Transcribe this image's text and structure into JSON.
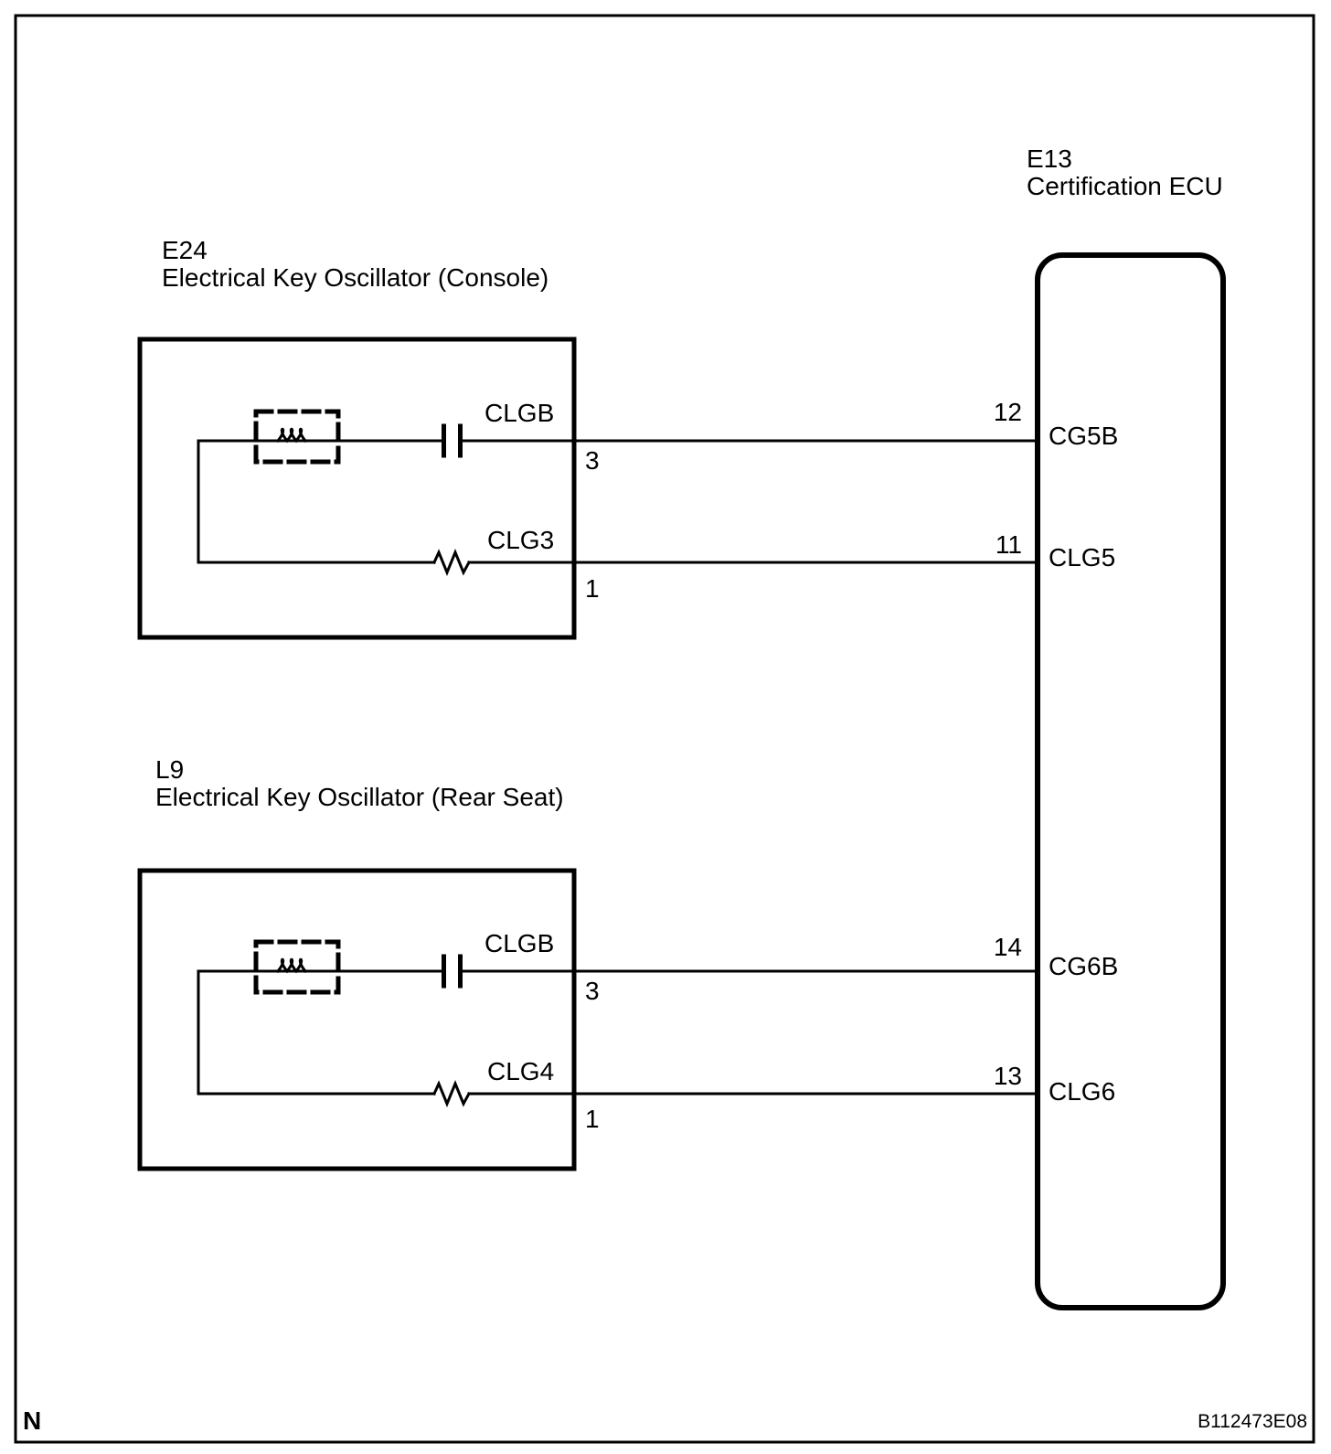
{
  "diagram": {
    "type": "wiring-diagram",
    "colors": {
      "line": "#000000",
      "background": "#ffffff"
    },
    "components": {
      "console_oscillator": {
        "code": "E24",
        "label": "Electrical Key Oscillator (Console)"
      },
      "rear_oscillator": {
        "code": "L9",
        "label": "Electrical Key Oscillator (Rear Seat)"
      },
      "certification_ecu": {
        "code": "E13",
        "label": "Certification ECU"
      }
    },
    "connections": [
      {
        "wire_label": "CLGB",
        "oscillator_pin": "3",
        "ecu_pin": "12",
        "ecu_terminal": "CG5B"
      },
      {
        "wire_label": "CLG3",
        "oscillator_pin": "1",
        "ecu_pin": "11",
        "ecu_terminal": "CLG5"
      },
      {
        "wire_label": "CLGB",
        "oscillator_pin": "3",
        "ecu_pin": "14",
        "ecu_terminal": "CG6B"
      },
      {
        "wire_label": "CLG4",
        "oscillator_pin": "1",
        "ecu_pin": "13",
        "ecu_terminal": "CLG6"
      }
    ],
    "footer": {
      "page_marker": "N",
      "figure_code": "B112473E08"
    }
  }
}
